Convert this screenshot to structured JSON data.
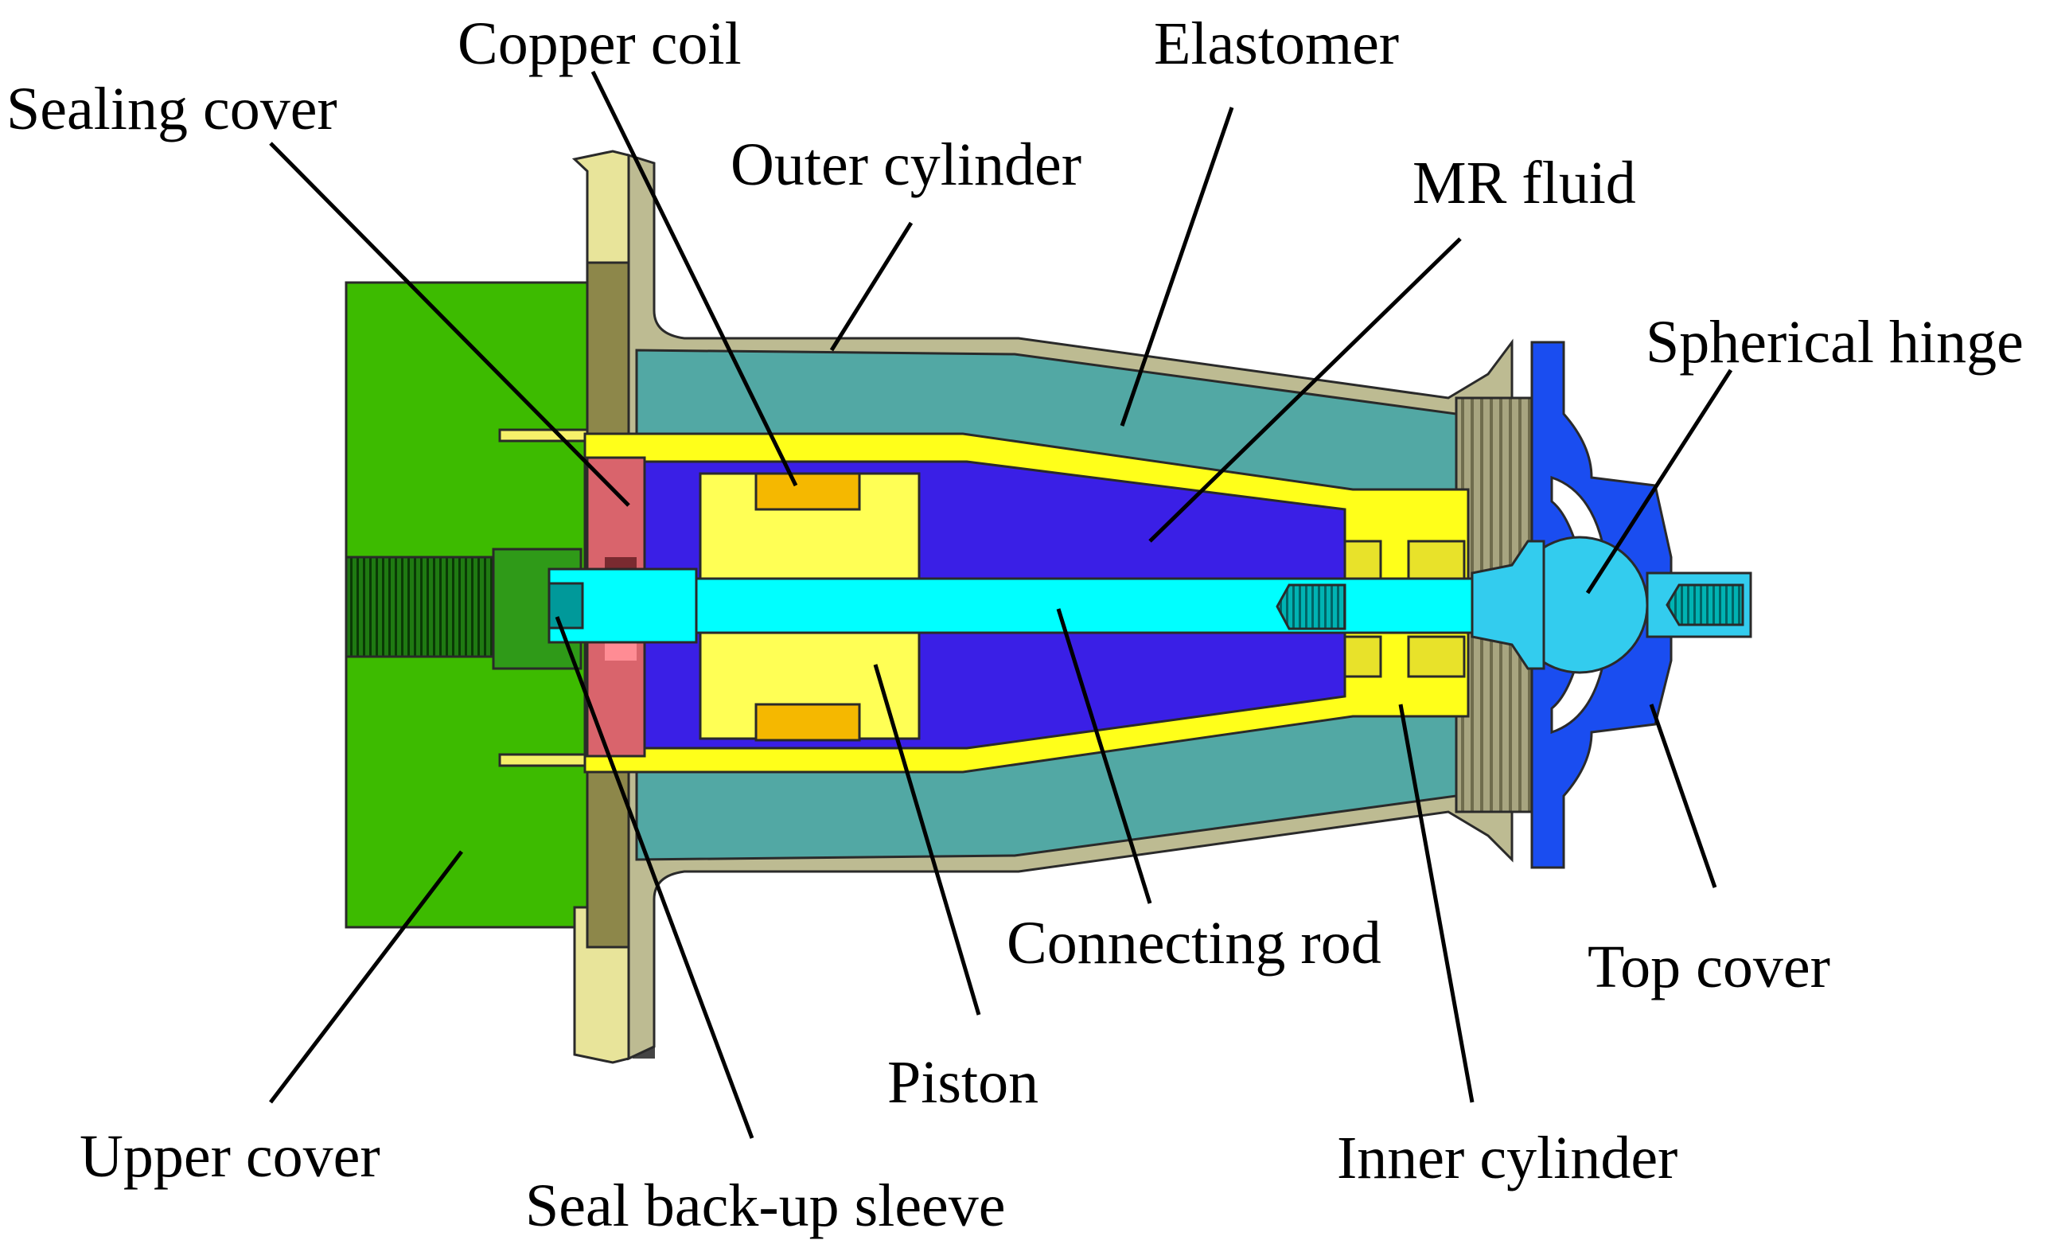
{
  "labels": {
    "copper_coil": "Copper coil",
    "elastomer": "Elastomer",
    "sealing_cover": "Sealing cover",
    "outer_cylinder": "Outer cylinder",
    "mr_fluid": "MR fluid",
    "spherical_hinge": "Spherical hinge",
    "connecting_rod": "Connecting rod",
    "top_cover": "Top cover",
    "piston": "Piston",
    "upper_cover": "Upper cover",
    "inner_cylinder": "Inner cylinder",
    "seal_backup_sleeve": "Seal back-up sleeve"
  },
  "colors": {
    "upper_cover": "#3dbb00",
    "flange": "#e8e49a",
    "flange_shade": "#8d874a",
    "outer_cylinder": "#bdbb92",
    "elastomer": "#52a8a4",
    "inner_cylinder": "#ffff1a",
    "mr_fluid": "#3a1fe6",
    "piston": "#ffff55",
    "copper_coil": "#f5b800",
    "sealing_cover": "#d9646c",
    "connecting_rod": "#00ffff",
    "rod_dark": "#00999a",
    "thread_dark": "#0a3a05",
    "top_cover": "#1a4df0",
    "spherical_hinge": "#33ccee",
    "leader": "#000000"
  }
}
